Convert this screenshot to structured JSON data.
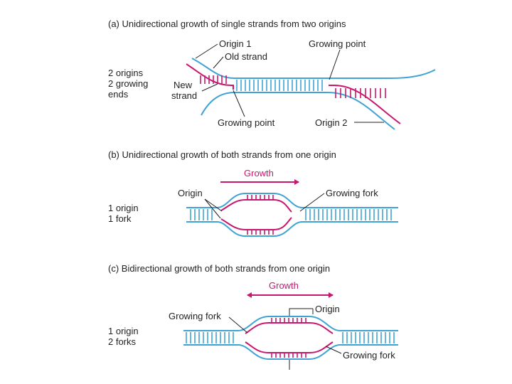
{
  "colors": {
    "old_strand": "#3fa3d6",
    "new_strand": "#c8176e",
    "text": "#222222"
  },
  "panel_a": {
    "title": "(a)  Unidirectional growth of single strands from two origins",
    "side_lines": [
      "2 origins",
      "2 growing",
      "ends"
    ],
    "origin1": "Origin 1",
    "old_strand": "Old strand",
    "new_strand_lines": [
      "New",
      "strand"
    ],
    "growing_point_top": "Growing point",
    "growing_point_bottom": "Growing point",
    "origin2": "Origin 2"
  },
  "panel_b": {
    "title": "(b)  Unidirectional growth of both strands from one origin",
    "growth": "Growth",
    "origin": "Origin",
    "growing_fork": "Growing fork",
    "side_lines": [
      "1 origin",
      "1 fork"
    ]
  },
  "panel_c": {
    "title": "(c)  Bidirectional growth of both strands from one origin",
    "growth": "Growth",
    "origin": "Origin",
    "growing_fork_left": "Growing fork",
    "growing_fork_right": "Growing fork",
    "side_lines": [
      "1 origin",
      "2 forks"
    ]
  }
}
